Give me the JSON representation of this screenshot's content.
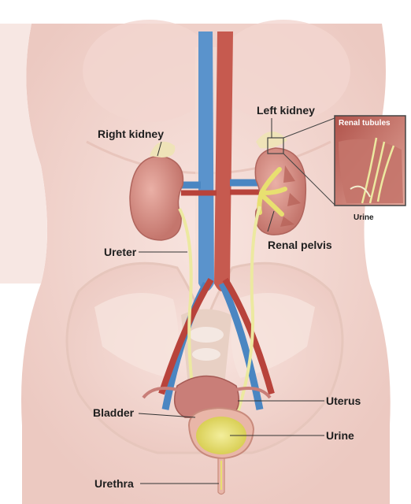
{
  "labels": {
    "right_kidney": "Right kidney",
    "left_kidney": "Left kidney",
    "renal_tubules": "Renal tubules",
    "urine_inset": "Urine",
    "ureter": "Ureter",
    "renal_pelvis": "Renal pelvis",
    "bladder": "Bladder",
    "uterus": "Uterus",
    "urine": "Urine",
    "urethra": "Urethra"
  },
  "colors": {
    "skin": "#f2d3cc",
    "kidney": "#d98f86",
    "artery": "#b8433b",
    "vein": "#4a86c2",
    "ureter": "#ece9a0",
    "urine": "#e8e070",
    "bone": "#f3e6dc"
  }
}
